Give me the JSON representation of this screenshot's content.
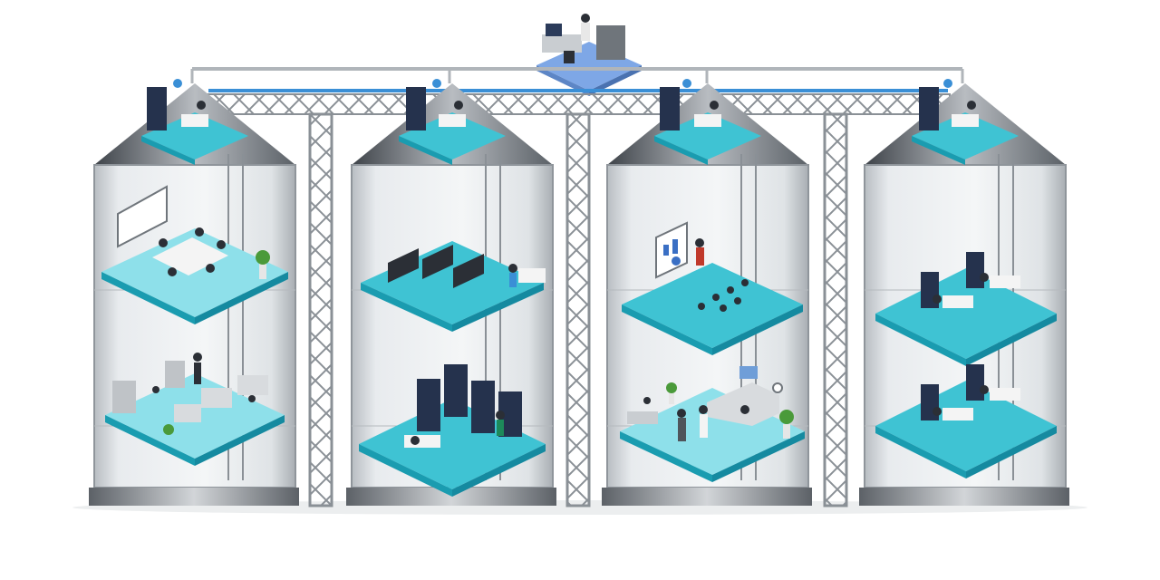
{
  "scene": {
    "subject": "isometric-grain-silos-office-illustration",
    "palette": {
      "background": "#ffffff",
      "floor_teal": "#3fc3d3",
      "floor_teal_top": "#8ee0ea",
      "floor_side": "#1a9cb0",
      "silo_glass": "#e6e9ec",
      "silo_edge": "#8f959b",
      "roof_dark": "#4f555b",
      "roof_mid": "#c9cdd1",
      "truss_metal": "#b9bdc2",
      "truss_dark": "#6f757b",
      "control_room_blue": "#7ea7e6",
      "pipe_blue": "#3a8fd6",
      "server_navy": "#25324d",
      "desk_white": "#f4f4f4",
      "person_dark": "#2b2f36",
      "plant_green": "#4a9a3a",
      "board_red": "#c0392b",
      "chart_blue": "#3a6fc4"
    },
    "silos": [
      {
        "rooms": [
          "conference-room",
          "cubicle-office"
        ]
      },
      {
        "rooms": [
          "open-office-desks",
          "server-room"
        ]
      },
      {
        "rooms": [
          "presentation-room",
          "reception-lobby"
        ]
      },
      {
        "rooms": [
          "computer-workstations",
          "computer-workstations"
        ]
      }
    ],
    "icons": [
      "server-rack-icon",
      "desk-icon",
      "person-icon",
      "plant-icon",
      "whiteboard-icon",
      "clock-icon",
      "ladder-icon"
    ]
  }
}
